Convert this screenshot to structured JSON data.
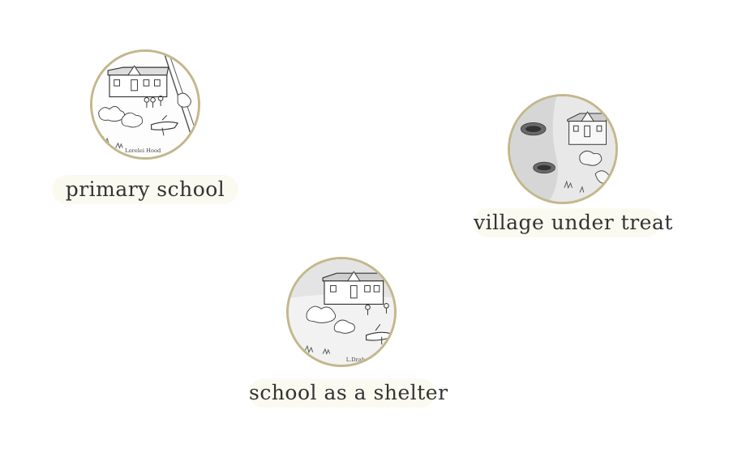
{
  "nodes": [
    {
      "label": "primary school",
      "caption": "Lorelei Hood"
    },
    {
      "label": "village under treat"
    },
    {
      "label": "school as a shelter",
      "caption": "L.Drabe"
    }
  ]
}
